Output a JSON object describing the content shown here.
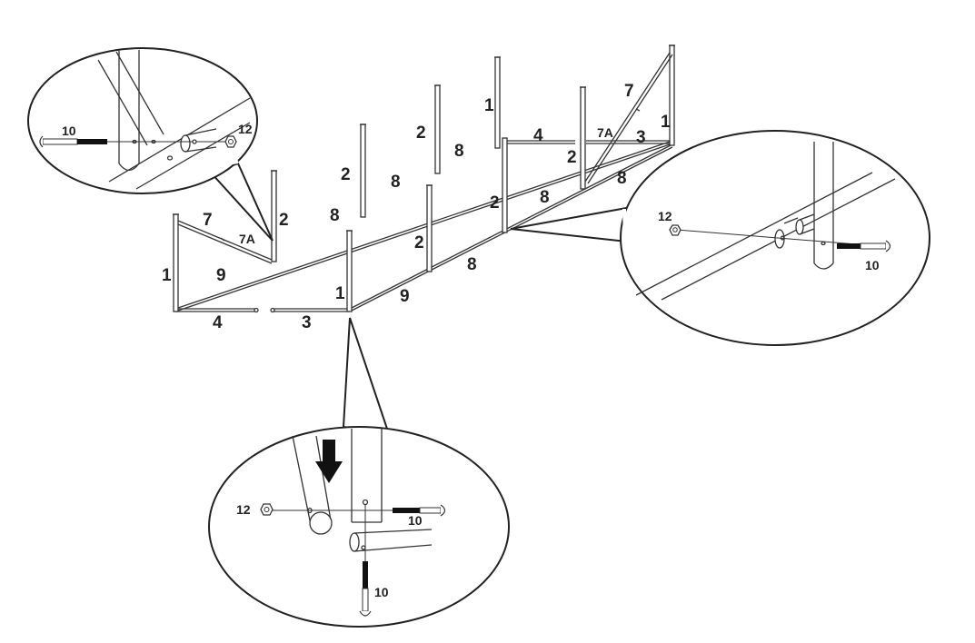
{
  "labels": {
    "n1": "1",
    "n2": "2",
    "n3": "3",
    "n4": "4",
    "n7": "7",
    "n7a": "7A",
    "n8": "8",
    "n9": "9",
    "n10": "10",
    "n12": "12"
  },
  "colors": {
    "line": "#333333",
    "background": "#ffffff",
    "bolt_thread": "#111111"
  },
  "icons": [
    "hex-nut-icon",
    "bolt-icon",
    "down-arrow-icon"
  ]
}
